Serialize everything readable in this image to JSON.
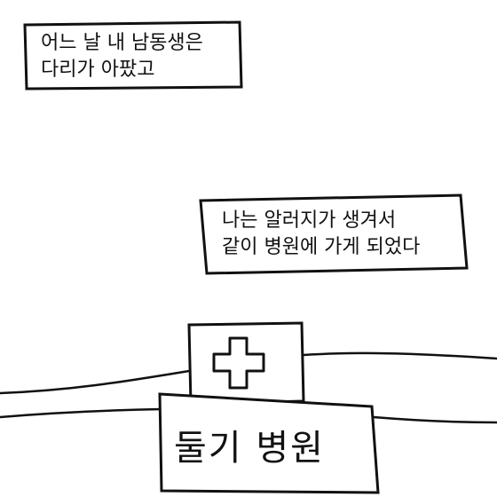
{
  "panel": {
    "caption_top": {
      "lines": [
        "어느 날 내 남동생은",
        "다리가 아팠고"
      ]
    },
    "caption_middle": {
      "lines": [
        "나는 알러지가 생겨서",
        "같이 병원에 가게 되었다"
      ]
    },
    "hospital_sign": {
      "label": "둘기 병원"
    },
    "icons": {
      "cross": "medical-cross-icon"
    },
    "colors": {
      "ink": "#111111",
      "background": "#ffffff"
    }
  }
}
